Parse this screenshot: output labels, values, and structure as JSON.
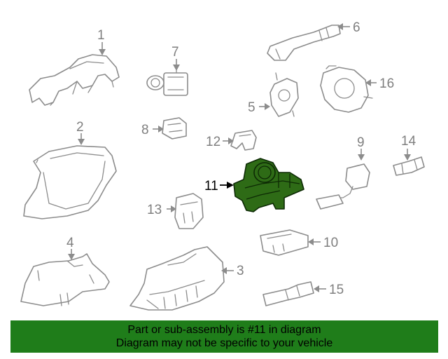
{
  "labels": {
    "p1": "1",
    "p2": "2",
    "p3": "3",
    "p4": "4",
    "p5": "5",
    "p6": "6",
    "p7": "7",
    "p8": "8",
    "p9": "9",
    "p10": "10",
    "p11": "11",
    "p12": "12",
    "p13": "13",
    "p14": "14",
    "p15": "15",
    "p16": "16"
  },
  "highlight": {
    "part": "11",
    "color": "#2e6b16"
  },
  "banner": {
    "line1": "Part or sub-assembly is #11 in diagram",
    "line2": "Diagram may not be specific to your vehicle",
    "color": "#1f7d1a"
  }
}
